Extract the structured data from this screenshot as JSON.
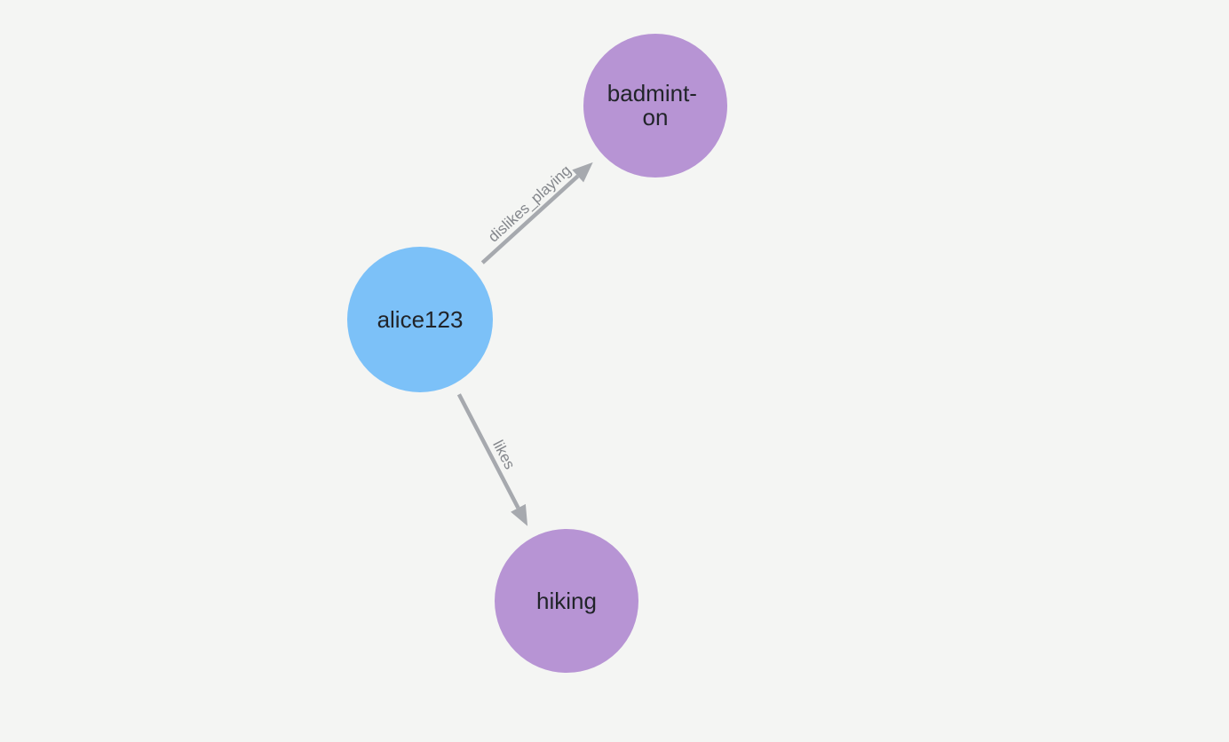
{
  "background_color": "#F4F5F3",
  "graph": {
    "nodes": [
      {
        "id": "alice123",
        "label": "alice123",
        "label_lines": [
          "alice123"
        ],
        "color": "#7CC1F8",
        "label_color": "#212429"
      },
      {
        "id": "badminton",
        "label": "badminton",
        "label_lines": [
          "badmint-",
          "on"
        ],
        "color": "#B794D4",
        "label_color": "#212429"
      },
      {
        "id": "hiking",
        "label": "hiking",
        "label_lines": [
          "hiking"
        ],
        "color": "#B794D4",
        "label_color": "#212429"
      }
    ],
    "edges": [
      {
        "from": "alice123",
        "to": "badminton",
        "label": "dislikes_playing",
        "color": "#A6A9AE",
        "label_color": "#83868B"
      },
      {
        "from": "alice123",
        "to": "hiking",
        "label": "likes",
        "color": "#A6A9AE",
        "label_color": "#83868B"
      }
    ]
  }
}
